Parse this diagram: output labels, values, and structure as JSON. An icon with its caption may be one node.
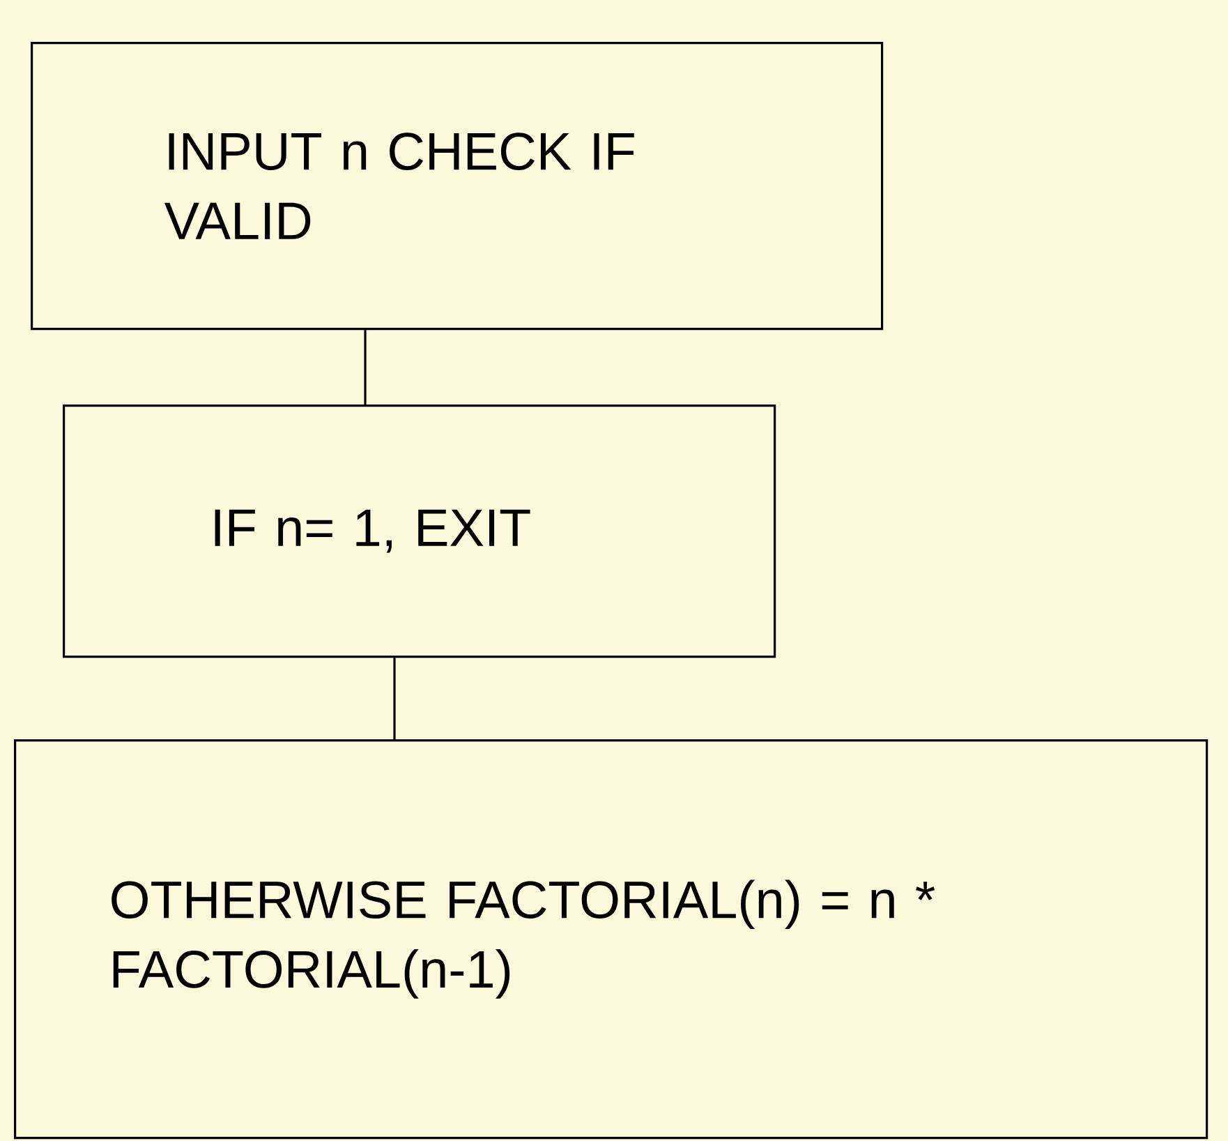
{
  "diagram": {
    "nodes": [
      {
        "text": [
          "INPUT n CHECK IF VALID"
        ]
      },
      {
        "text": [
          "IF n= 1, EXIT"
        ]
      },
      {
        "text": [
          "OTHERWISE FACTORIAL(n) = n * FACTORIAL(n-1)"
        ]
      }
    ],
    "edges": [
      {
        "from": 0,
        "to": 1,
        "arrow": "none"
      },
      {
        "from": 1,
        "to": 2,
        "arrow": "none"
      }
    ]
  }
}
